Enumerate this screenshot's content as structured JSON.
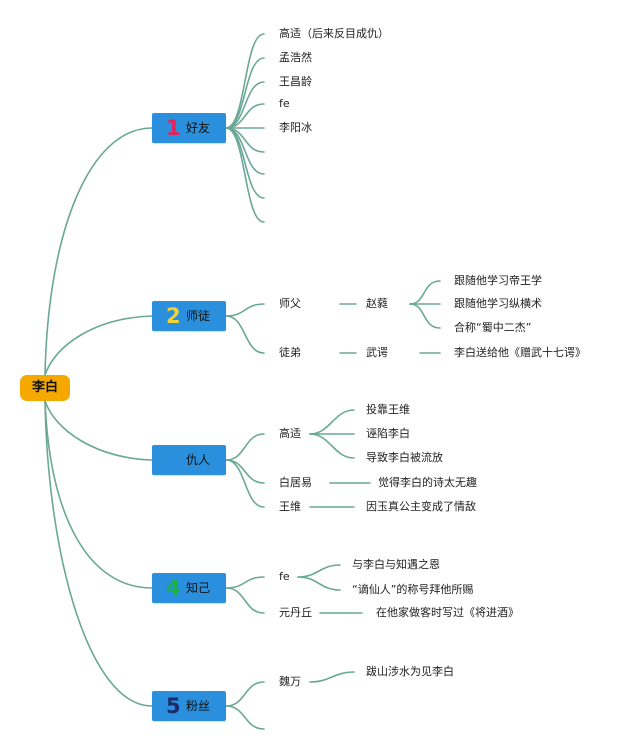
{
  "mindmap": {
    "root": "李白",
    "categories": [
      {
        "number": "1",
        "number_color": "#e0245e",
        "label": "好友",
        "items": [
          "高适（后来反目成仇）",
          "孟浩然",
          "王昌龄",
          "fe",
          "李阳冰"
        ]
      },
      {
        "number": "2",
        "number_color": "#f2d43a",
        "label": "师徒",
        "shifu": {
          "label": "师父",
          "name": "赵蕤",
          "details": [
            "跟随他学习帝王学",
            "跟随他学习纵横术",
            "合称“蜀中二杰”"
          ]
        },
        "tudi": {
          "label": "徒弟",
          "name": "武谔",
          "detail": "李白送给他《赠武十七谔》"
        }
      },
      {
        "number": "",
        "number_color": "#ffffff",
        "label": "仇人",
        "gaoshi": {
          "name": "高适",
          "details": [
            "投靠王维",
            "诬陷李白",
            "导致李白被流放"
          ]
        },
        "baijuyi": {
          "name": "白居易",
          "detail": "觉得李白的诗太无趣"
        },
        "wangwei": {
          "name": "王维",
          "detail": "因玉真公主变成了情敌"
        }
      },
      {
        "number": "4",
        "number_color": "#1bb04a",
        "label": "知己",
        "fe": {
          "name": "fe",
          "details": [
            "与李白与知遇之恩",
            "“谪仙人”的称号拜他所赐"
          ]
        },
        "yuandanqiu": {
          "name": "元丹丘",
          "detail": "在他家做客时写过《将进酒》"
        }
      },
      {
        "number": "5",
        "number_color": "#1a2a6b",
        "label": "粉丝",
        "weiwan": {
          "name": "魏万",
          "detail": "跋山涉水为见李白"
        }
      }
    ]
  },
  "colors": {
    "branch": "#6aa896",
    "root_fill": "#f5a800",
    "category_fill": "#2a8fdc"
  }
}
